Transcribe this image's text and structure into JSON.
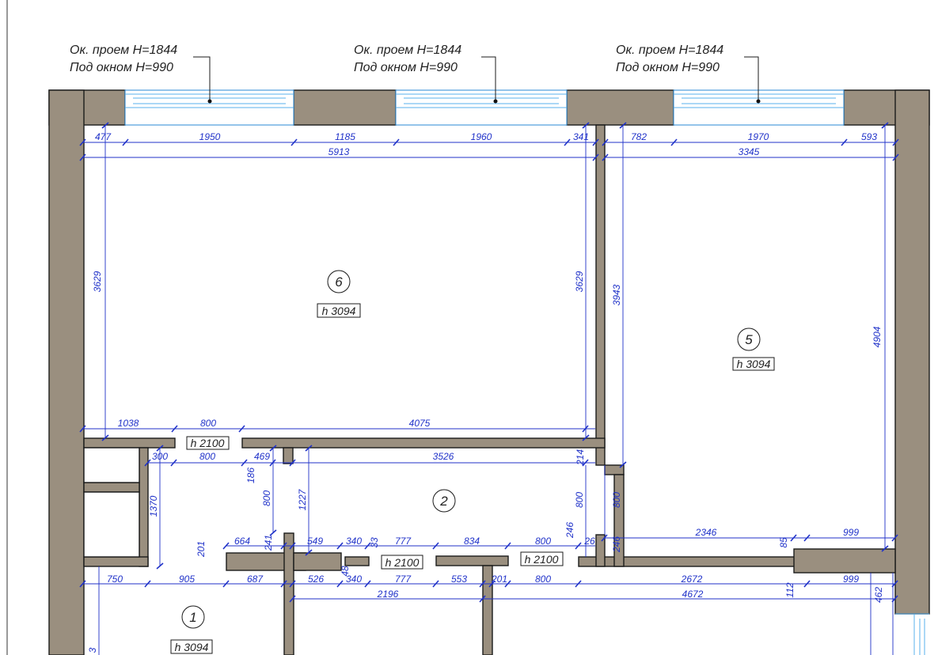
{
  "window_notes": [
    {
      "line1": "Ок. проем Н=1844",
      "line2": "Под окном Н=990"
    },
    {
      "line1": "Ок. проем Н=1844",
      "line2": "Под окном Н=990"
    },
    {
      "line1": "Ок. проем Н=1844",
      "line2": "Под окном Н=990"
    }
  ],
  "rooms": [
    {
      "number": "6",
      "height": "h 3094"
    },
    {
      "number": "5",
      "height": "h 3094"
    },
    {
      "number": "2",
      "height": ""
    },
    {
      "number": "1",
      "height": "h 3094"
    }
  ],
  "door_heights": [
    "h 2100",
    "h 2100",
    "h 2100"
  ],
  "dimensions": {
    "top_row": [
      "477",
      "1950",
      "1185",
      "1960",
      "341",
      "782",
      "1970",
      "593"
    ],
    "totals": [
      "5913",
      "3345"
    ],
    "vertical": [
      "3629",
      "3629",
      "3943",
      "4904"
    ],
    "mid_row": [
      "1038",
      "800",
      "4075"
    ],
    "corridor_row": [
      "300",
      "800",
      "469",
      "3526",
      "214"
    ],
    "corridor_vertical": [
      "1370",
      "186",
      "800",
      "1227",
      "800",
      "800"
    ],
    "lower_row": [
      "201",
      "664",
      "241",
      "549",
      "340",
      "33",
      "777",
      "834",
      "800",
      "246",
      "26",
      "246",
      "2346",
      "85",
      "999"
    ],
    "bottom_row": [
      "750",
      "905",
      "687",
      "526",
      "340",
      "777",
      "553",
      "201",
      "800",
      "2672",
      "999"
    ],
    "bottom_extra": [
      "48",
      "112",
      "462",
      "3"
    ],
    "bottom_totals": [
      "2196",
      "4672"
    ]
  }
}
